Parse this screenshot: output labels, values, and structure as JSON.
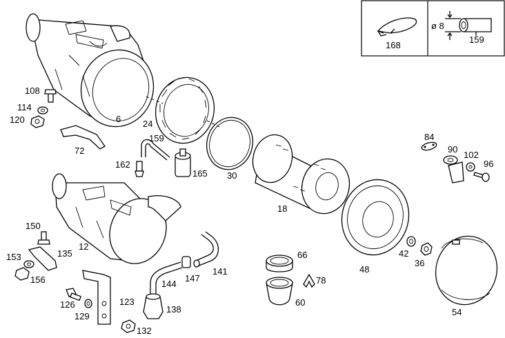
{
  "parts": [
    "6",
    "24",
    "108",
    "114",
    "120",
    "72",
    "159",
    "162",
    "165",
    "30",
    "18",
    "84",
    "90",
    "102",
    "96",
    "150",
    "153",
    "156",
    "135",
    "12",
    "126",
    "129",
    "132",
    "123",
    "138",
    "144",
    "147",
    "141",
    "66",
    "78",
    "60",
    "48",
    "42",
    "36",
    "54"
  ],
  "inset": {
    "clamp_ref": "168",
    "diameter_label": "ø 8",
    "tube_ref": "159"
  }
}
